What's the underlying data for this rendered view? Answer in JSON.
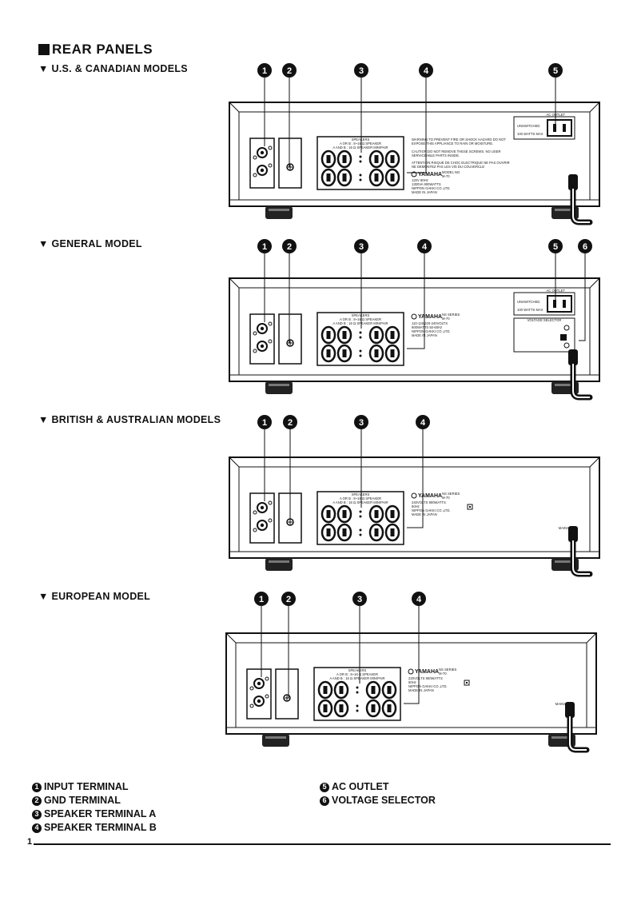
{
  "title": "REAR PANELS",
  "sections": [
    {
      "heading": "▼ U.S. & CANADIAN MODELS",
      "markers": [
        "1",
        "2",
        "3",
        "4",
        "5"
      ],
      "labels": {
        "speakers": "SPEAKERS",
        "spk_a": "A OR B : 8~16 Ω SPEAKER",
        "spk_ab": "A AND B : 16 Ω SPEAKER MIN/PAIR",
        "ac_outlet": "AC OUTLET",
        "unswitched": "UNSWITCHED",
        "outlet_rating": "100 WATTS MAX",
        "warning1": "WARNING:TO PREVENT FIRE OR SHOCK HAZARD DO NOT",
        "warning2": "EXPOSE THIS APPLIANCE TO RAIN OR MOISTURE.",
        "caution1": "CAUTION:DO NOT REMOVE THESE SCREWS. NO USER",
        "caution2": "SERVICEABLE PARTS INSIDE.",
        "attention1": "ATTENTION:RISQUE DE CHOC ELECTRIQUE NE PAS OUVRIR",
        "attention2": "NE DEMONTEZ PAS LES VIS DU COUVERCLE",
        "brand": "YAMAHA",
        "model_label": "MODEL NO.",
        "model": "M-70",
        "spec1": "120V 60Hz",
        "spec2": "1300VA  900WATTS",
        "maker": "NIPPON GAKKI CO.,LTD.",
        "made_in": "MADE IN JAPAN"
      }
    },
    {
      "heading": "▼ GENERAL MODEL",
      "markers": [
        "1",
        "2",
        "3",
        "4",
        "5",
        "6"
      ],
      "labels": {
        "speakers": "SPEAKERS",
        "spk_a": "A OR B : 8~16 Ω SPEAKER",
        "spk_ab": "A AND B : 16 Ω SPEAKER MIN/PAIR",
        "ac_outlet": "AC OUTLET",
        "unswitched": "UNSWITCHED",
        "outlet_rating": "100 WATTS MAX",
        "voltage_selector": "VOLTAGE SELECTOR",
        "brand": "YAMAHA",
        "series": "NS SERIES",
        "model": "M-70",
        "spec1": "110-120/220-240VOLTS",
        "spec2": "900WATTS 50-60Hz",
        "maker": "NIPPON GAKKI CO.,LTD.",
        "made_in": "MADE IN JAPAN"
      }
    },
    {
      "heading": "▼ BRITISH & AUSTRALIAN MODELS",
      "markers": [
        "1",
        "2",
        "3",
        "4"
      ],
      "labels": {
        "speakers": "SPEAKERS",
        "spk_a": "A OR B : 8~16 Ω SPEAKER",
        "spk_ab": "A AND B : 16 Ω SPEAKER MIN/PAIR",
        "brand": "YAMAHA",
        "series": "NS SERIES",
        "model": "M-70",
        "spec1": "240VOLTS 900WATTS",
        "spec2": "50Hz",
        "maker": "NIPPON GAKKI CO.,LTD.",
        "made_in": "MADE IN JAPAN",
        "mains": "MAINS"
      }
    },
    {
      "heading": "▼ EUROPEAN MODEL",
      "markers": [
        "1",
        "2",
        "3",
        "4"
      ],
      "labels": {
        "speakers": "SPEAKERS",
        "spk_a": "A OR B : 8~16 Ω SPEAKER",
        "spk_ab": "A AND B : 16 Ω SPEAKER MIN/PAIR",
        "brand": "YAMAHA",
        "series": "NS SERIES",
        "model": "M-70",
        "spec1": "220VOLTS 900WATTS",
        "spec2": "50Hz",
        "maker": "NIPPON GAKKI CO.,LTD.",
        "made_in": "MADE IN JAPAN",
        "mains": "MAINS"
      }
    }
  ],
  "legend_left": [
    {
      "num": "1",
      "label": "INPUT TERMINAL"
    },
    {
      "num": "2",
      "label": "GND TERMINAL"
    },
    {
      "num": "3",
      "label": "SPEAKER TERMINAL A"
    },
    {
      "num": "4",
      "label": "SPEAKER TERMINAL B"
    }
  ],
  "legend_right": [
    {
      "num": "5",
      "label": "AC OUTLET"
    },
    {
      "num": "6",
      "label": "VOLTAGE SELECTOR"
    }
  ],
  "page_number": "1"
}
